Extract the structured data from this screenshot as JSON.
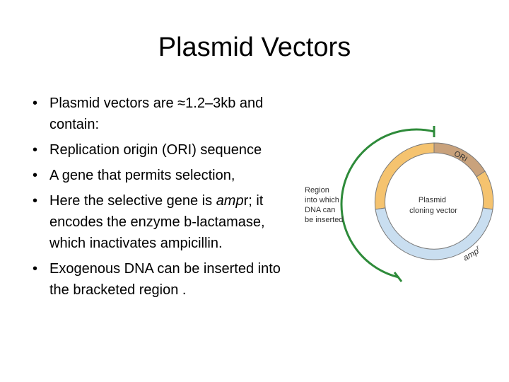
{
  "slide": {
    "title": "Plasmid Vectors",
    "bullets": [
      {
        "parts": [
          {
            "text": "Plasmid vectors are ≈1.2–3kb and contain:"
          }
        ]
      },
      {
        "parts": [
          {
            "text": "Replication origin (ORI) sequence"
          }
        ]
      },
      {
        "parts": [
          {
            "text": "A gene that permits selection,"
          }
        ]
      },
      {
        "parts": [
          {
            "text": "Here the selective gene is "
          },
          {
            "text": "amp",
            "italic": true
          },
          {
            "text": "r; it encodes the enzyme b-lactamase, which inactivates ampicillin."
          }
        ]
      },
      {
        "parts": [
          {
            "text": "Exogenous DNA can be inserted into the bracketed region ."
          }
        ]
      }
    ]
  },
  "diagram": {
    "region_label": [
      "Region",
      "into which",
      "DNA can",
      "be inserted"
    ],
    "center_label": [
      "Plasmid",
      "cloning vector"
    ],
    "ori_label": "ORI",
    "amp_label": "amp",
    "amp_superscript": "r",
    "colors": {
      "insert_region": "#f5c36f",
      "ori_segment": "#c9a27c",
      "amp_segment": "#c9def0",
      "outline": "#7a7a7a",
      "bracket": "#2e8b3a"
    }
  }
}
